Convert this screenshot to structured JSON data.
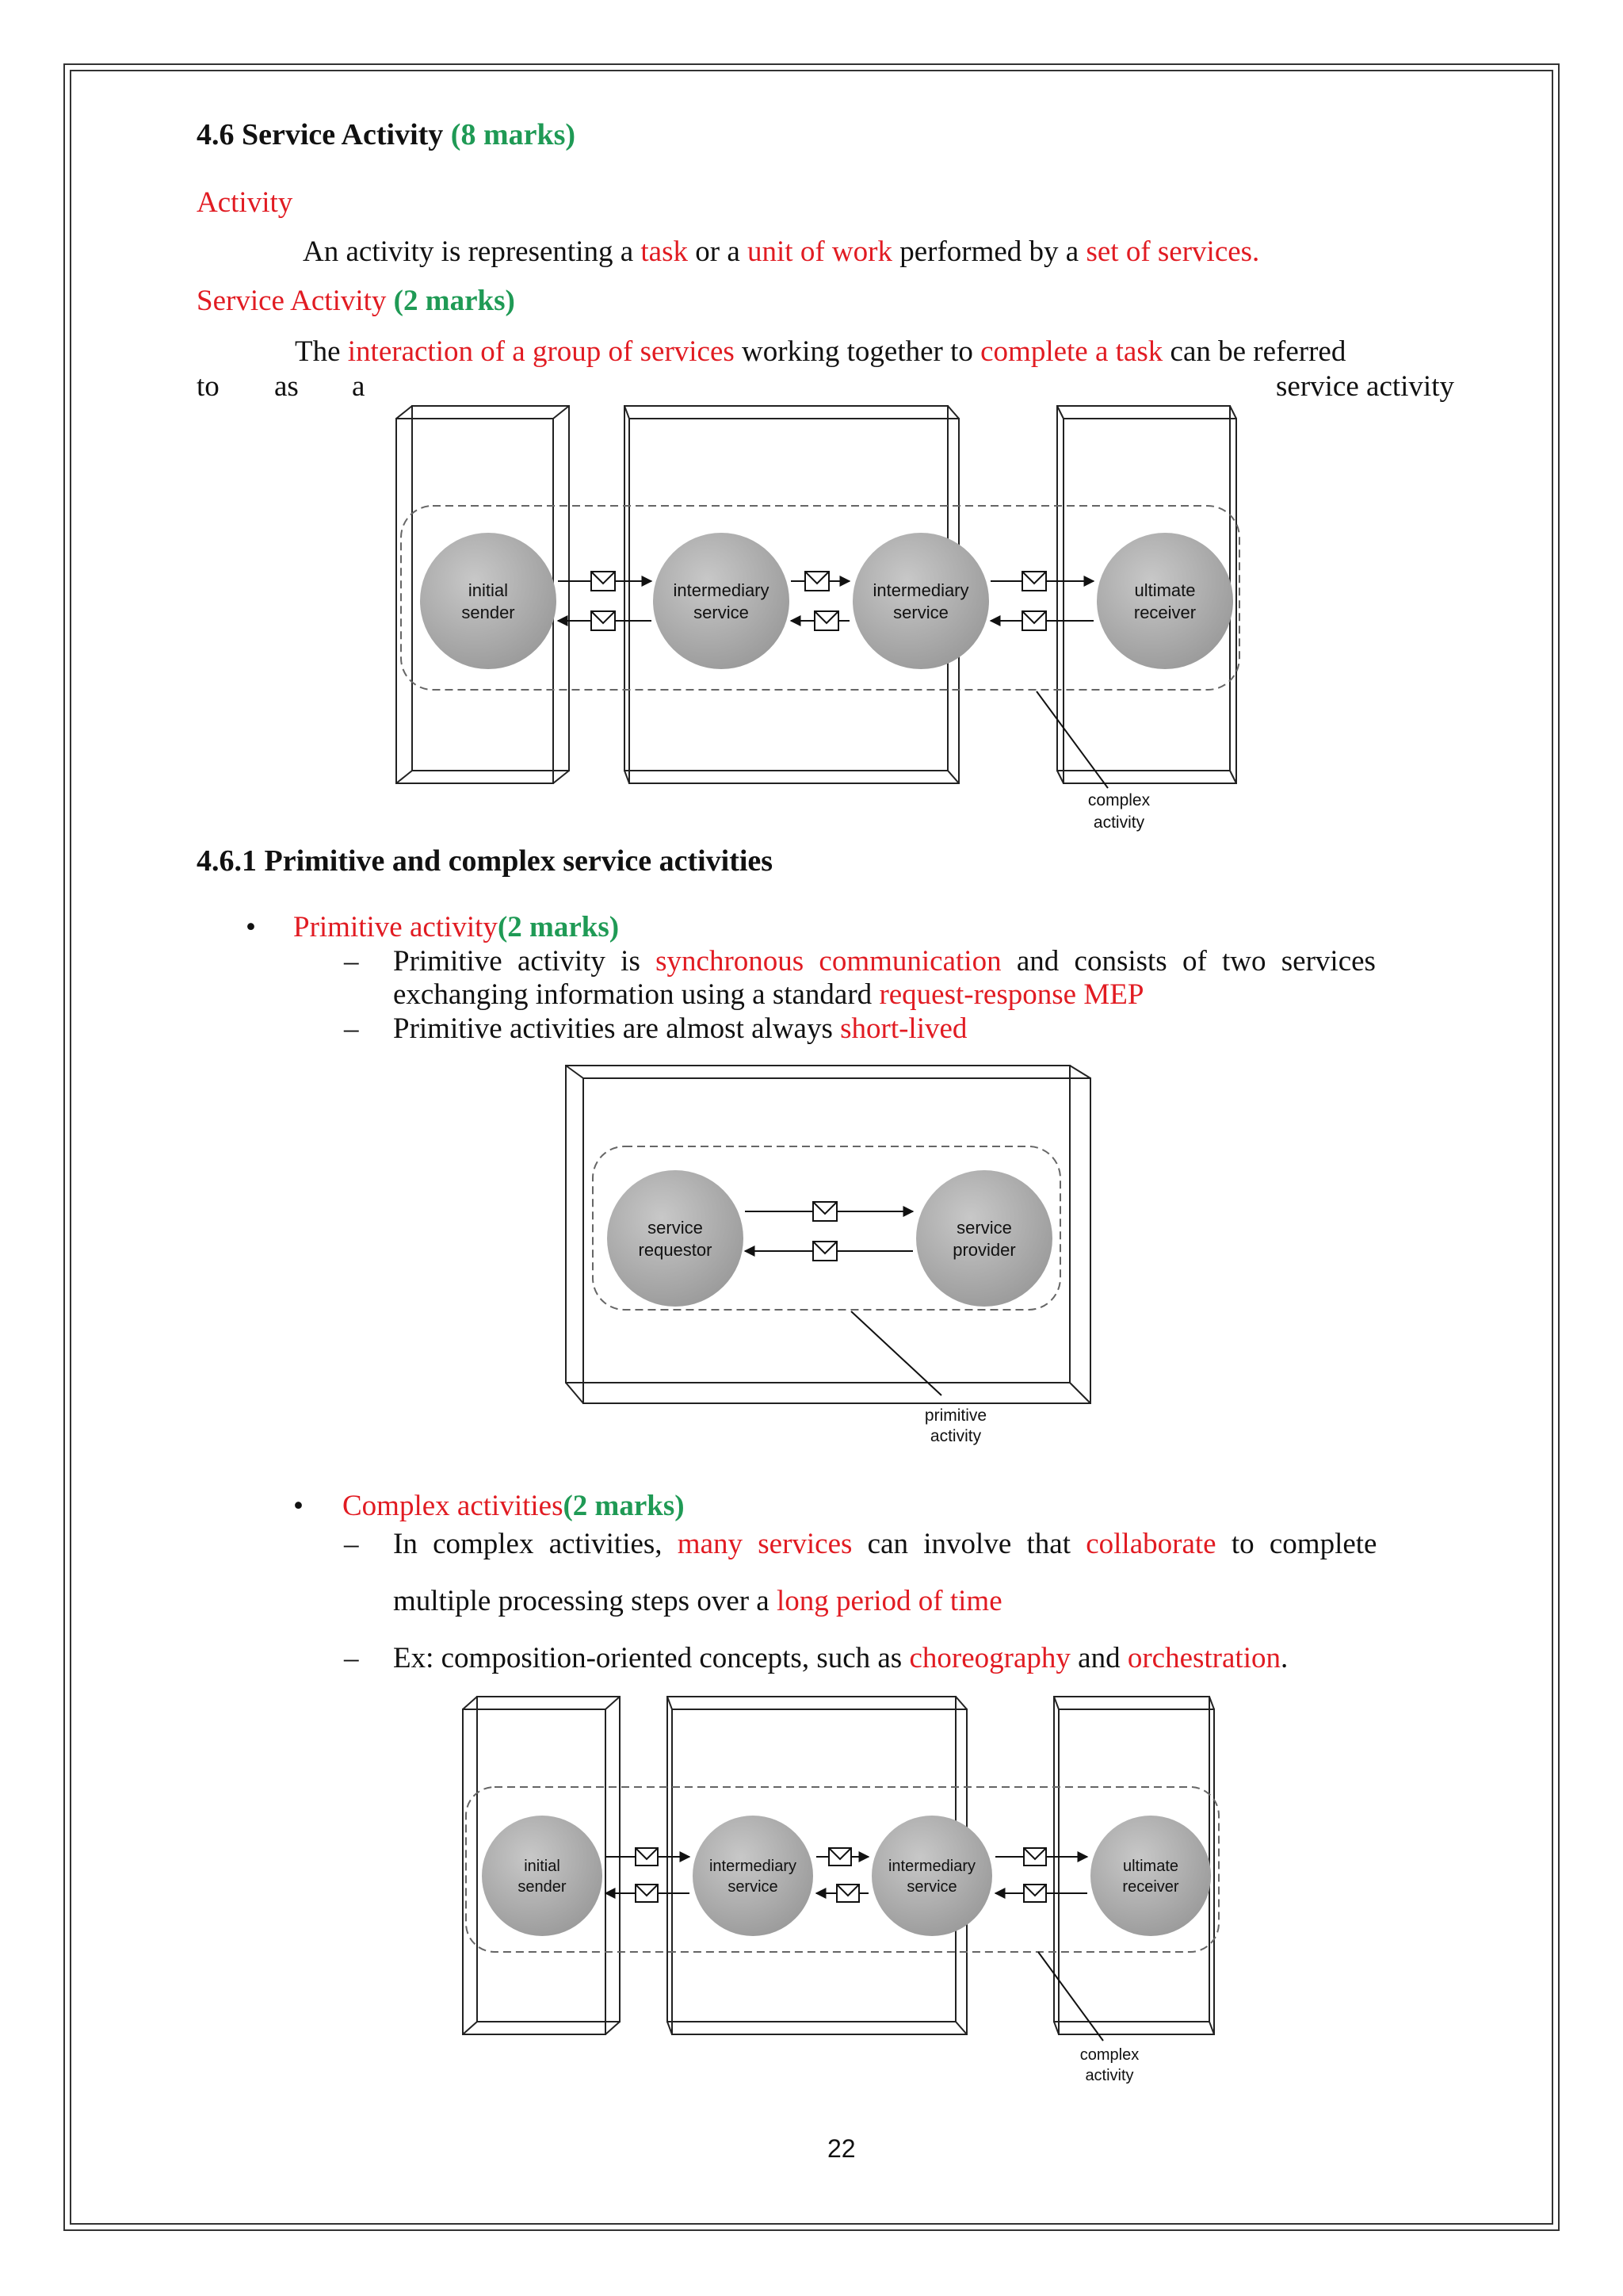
{
  "sec46": {
    "num_title": "4.6 Service Activity",
    "marks": "(8 marks)"
  },
  "activity": {
    "heading": "Activity",
    "p1": "An activity is representing a ",
    "task": "task",
    "p2": " or a ",
    "unit": "unit of work",
    "p3": " performed by a ",
    "set": "set of services."
  },
  "service_activity": {
    "heading": "Service Activity",
    "marks": "(2 marks)",
    "p1": "The ",
    "interaction": "interaction of a group of services",
    "p2": " working together to ",
    "complete": "complete a task",
    "p3": " can be referred",
    "l2_to": "to",
    "l2_as": "as",
    "l2_a": "a",
    "l2_end": "service activity"
  },
  "diagram_complex": {
    "nodes": [
      "initial",
      "sender",
      "intermediary",
      "service",
      "intermediary",
      "service",
      "ultimate",
      "receiver"
    ],
    "callout": [
      "complex",
      "activity"
    ]
  },
  "sec461": {
    "title": "4.6.1 Primitive and complex service activities"
  },
  "primitive": {
    "bullet": "•",
    "label": "Primitive activity",
    "marks": "(2 marks)",
    "dash": "–",
    "d1_a": "Primitive activity is ",
    "d1_sync": "synchronous communication",
    "d1_b": " and consists of two services",
    "d1_c": "exchanging information using a standard ",
    "d1_mep": "request-response MEP",
    "d2_a": "Primitive activities are almost always ",
    "d2_short": "short-lived"
  },
  "diagram_primitive": {
    "nodes": [
      "service",
      "requestor",
      "service",
      "provider"
    ],
    "callout": [
      "primitive",
      "activity"
    ]
  },
  "complex": {
    "bullet": "•",
    "label": "Complex activities",
    "marks": "(2 marks)",
    "dash": "–",
    "d1_a": "In complex activities, ",
    "d1_many": "many services",
    "d1_b": " can involve  that ",
    "d1_collab": "collaborate",
    "d1_c": " to complete",
    "d1_d": "multiple processing steps over a ",
    "d1_long": "long period of time",
    "d2_a": "Ex: composition-oriented concepts, such as ",
    "d2_chor": "choreography",
    "d2_and": " and ",
    "d2_orch": "orchestration",
    "d2_end": "."
  },
  "page_number": "22"
}
